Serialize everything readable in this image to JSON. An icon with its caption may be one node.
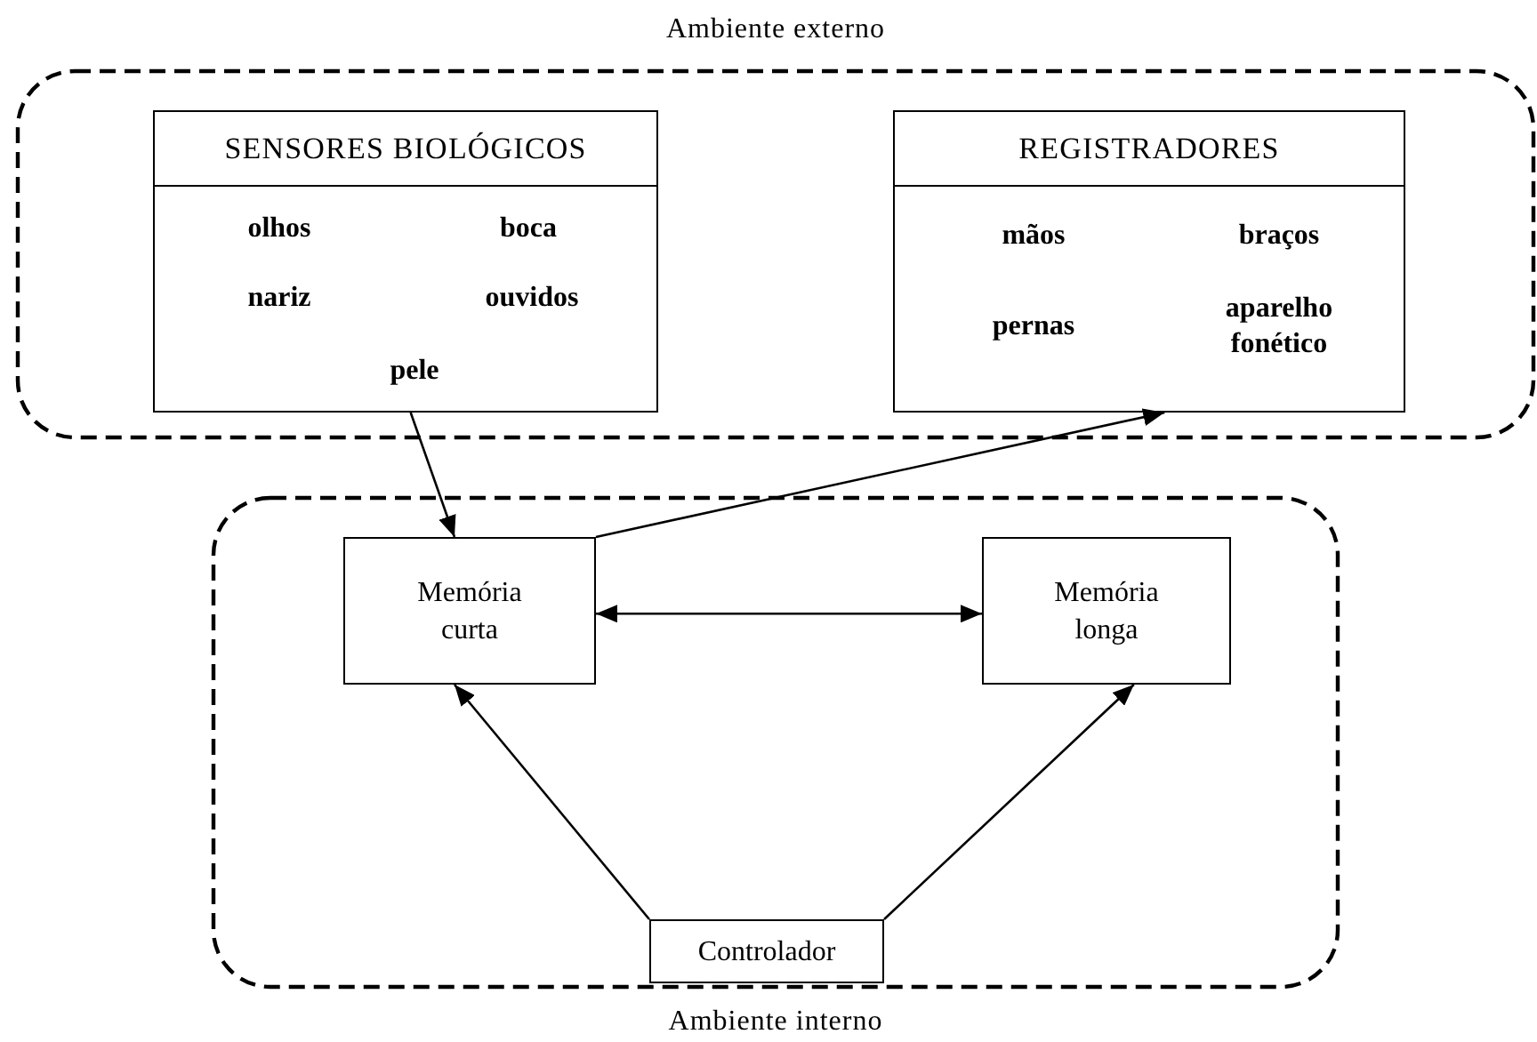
{
  "diagram": {
    "nodes": [
      {
        "text": [
          "Ambiente externo"
        ]
      },
      {
        "text": [
          "SENSORES BIOLÓGICOS",
          "olhos",
          "boca",
          "nariz",
          "ouvidos",
          "pele"
        ],
        "in": 0
      },
      {
        "text": [
          "REGISTRADORES",
          "mãos",
          "braços",
          "pernas",
          "aparelho fonético"
        ],
        "in": 0
      },
      {
        "text": [
          "Ambiente interno"
        ]
      },
      {
        "text": [
          "Memória curta"
        ],
        "in": 3
      },
      {
        "text": [
          "Memória longa"
        ],
        "in": 3
      },
      {
        "text": [
          "Controlador"
        ],
        "in": 3
      }
    ],
    "edges": [
      {
        "from": 1,
        "to": 4,
        "arrow": "to"
      },
      {
        "from": 4,
        "to": 2,
        "arrow": "to"
      },
      {
        "from": 4,
        "to": 5,
        "arrow": "both"
      },
      {
        "from": 6,
        "to": 4,
        "arrow": "to"
      },
      {
        "from": 6,
        "to": 5,
        "arrow": "to"
      }
    ]
  }
}
